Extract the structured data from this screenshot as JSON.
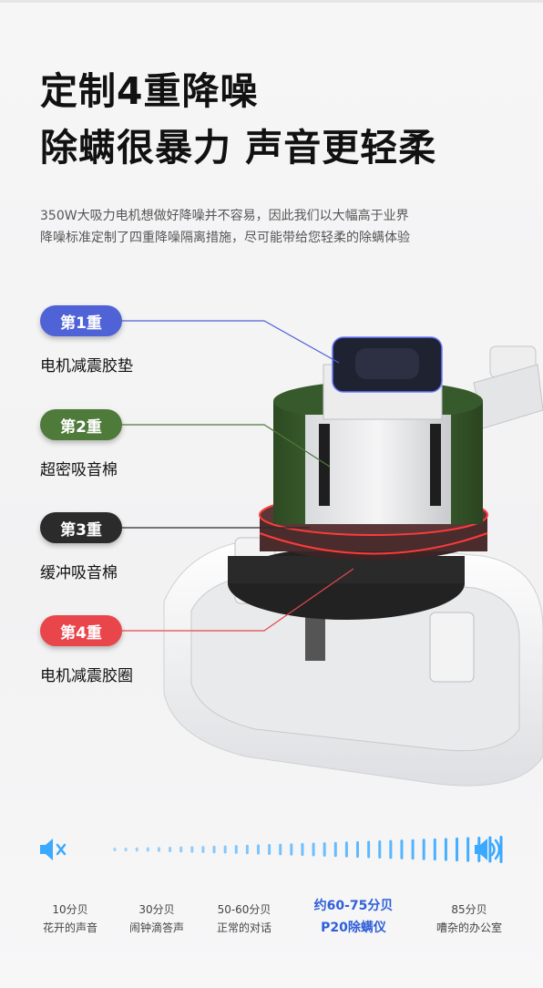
{
  "title": {
    "line1": "定制4重降噪",
    "line2": "除螨很暴力 声音更轻柔"
  },
  "description": {
    "line1": "350W大吸力电机想做好降噪并不容易，因此我们以大幅高于业界",
    "line2": "降噪标准定制了四重降噪隔离措施，尽可能带给您轻柔的除螨体验"
  },
  "layers": [
    {
      "badge": "第1重",
      "label": "电机减震胶垫",
      "color": "#4f62d6"
    },
    {
      "badge": "第2重",
      "label": "超密吸音棉",
      "color": "#4e7a3a"
    },
    {
      "badge": "第3重",
      "label": "缓冲吸音棉",
      "color": "#2b2b2b"
    },
    {
      "badge": "第4重",
      "label": "电机减震胶圈",
      "color": "#e8464b"
    }
  ],
  "volume": {
    "mute_icon": "speaker-mute-icon",
    "loud_icon": "speaker-loud-icon",
    "accent": "#3aa9ff"
  },
  "scale": [
    {
      "db": "10分贝",
      "desc": "花开的声音"
    },
    {
      "db": "30分贝",
      "desc": "闹钟滴答声"
    },
    {
      "db": "50-60分贝",
      "desc": "正常的对话"
    },
    {
      "db": "约60-75分贝",
      "desc": "P20除螨仪",
      "highlight": true
    },
    {
      "db": "85分贝",
      "desc": "嘈杂的办公室"
    }
  ]
}
